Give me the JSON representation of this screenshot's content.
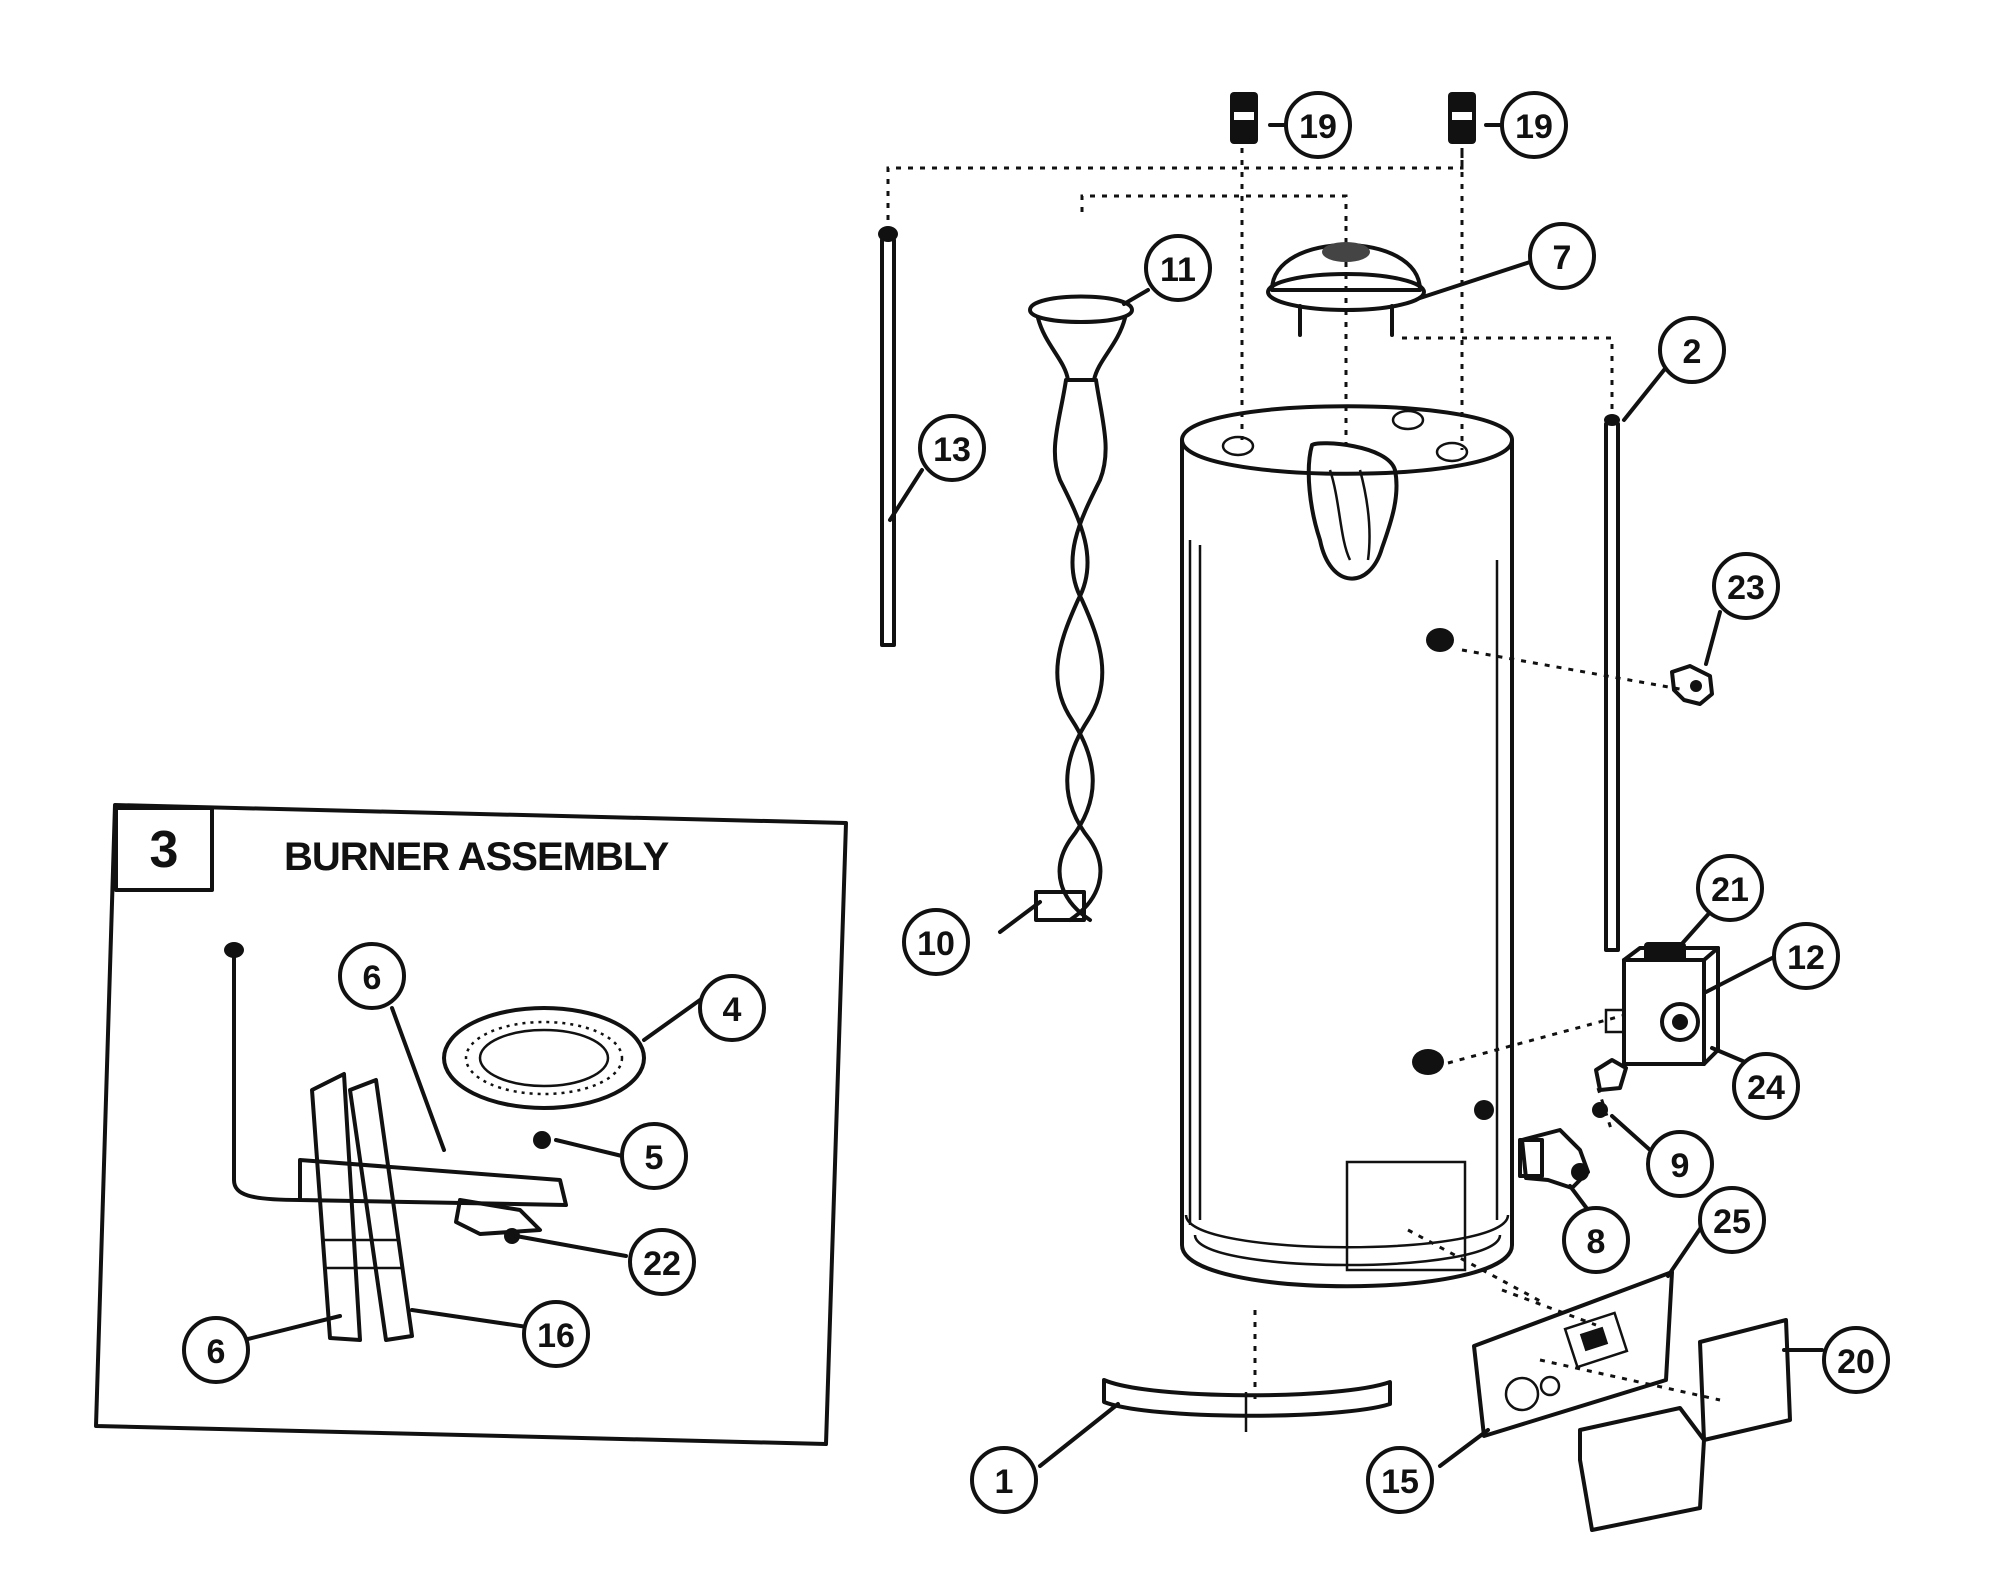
{
  "diagram": {
    "inset": {
      "number": "3",
      "title": "BURNER ASSEMBLY"
    },
    "callouts": [
      {
        "key": "19a",
        "label": "19",
        "part": "nipple"
      },
      {
        "key": "19b",
        "label": "19",
        "part": "nipple"
      },
      {
        "key": "11",
        "label": "11",
        "part": "flue-baffle-top"
      },
      {
        "key": "7",
        "label": "7",
        "part": "draft-hood"
      },
      {
        "key": "2",
        "label": "2",
        "part": "anode-rod"
      },
      {
        "key": "13",
        "label": "13",
        "part": "dip-tube"
      },
      {
        "key": "23",
        "label": "23",
        "part": "relief-valve"
      },
      {
        "key": "10",
        "label": "10",
        "part": "flue-baffle"
      },
      {
        "key": "21",
        "label": "21",
        "part": "gas-control-knob"
      },
      {
        "key": "12",
        "label": "12",
        "part": "gas-control-valve"
      },
      {
        "key": "24",
        "label": "24",
        "part": "control-dial"
      },
      {
        "key": "9",
        "label": "9",
        "part": "washer"
      },
      {
        "key": "8",
        "label": "8",
        "part": "drain-valve"
      },
      {
        "key": "25",
        "label": "25",
        "part": "outer-door"
      },
      {
        "key": "20",
        "label": "20",
        "part": "inner-door"
      },
      {
        "key": "1",
        "label": "1",
        "part": "base-ring"
      },
      {
        "key": "15",
        "label": "15",
        "part": "combustion-door"
      },
      {
        "key": "6a",
        "label": "6",
        "part": "burner-manifold"
      },
      {
        "key": "4",
        "label": "4",
        "part": "burner"
      },
      {
        "key": "5",
        "label": "5",
        "part": "orifice"
      },
      {
        "key": "22",
        "label": "22",
        "part": "pilot-assembly"
      },
      {
        "key": "16",
        "label": "16",
        "part": "shield"
      },
      {
        "key": "6b",
        "label": "6",
        "part": "manifold-door"
      }
    ]
  }
}
